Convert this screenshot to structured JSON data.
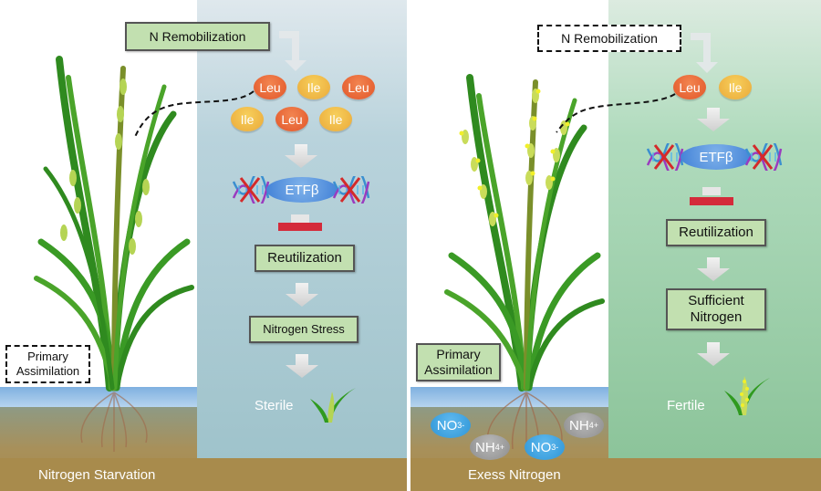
{
  "colors": {
    "box_fill": "#c2e0b0",
    "leu": "#e95e2f",
    "ile": "#f0b841",
    "etf": "#4a88db",
    "block": "#d42a3a",
    "left_info_bg": "#a7c8d0",
    "right_info_bg": "#9ccfa8",
    "soil": "#a88b4c",
    "water": "#9cc4ea"
  },
  "left_panel": {
    "condition_label": "Nitrogen Starvation",
    "n_remobilization": "N Remobilization",
    "amino_acids": [
      {
        "label": "Leu",
        "type": "leu"
      },
      {
        "label": "Ile",
        "type": "ile"
      },
      {
        "label": "Leu",
        "type": "leu"
      },
      {
        "label": "Ile",
        "type": "ile"
      },
      {
        "label": "Leu",
        "type": "leu"
      },
      {
        "label": "Ile",
        "type": "ile"
      }
    ],
    "protein": "ETFβ",
    "steps": [
      "Reutilization",
      "Nitrogen Stress"
    ],
    "outcome": "Sterile",
    "primary_assimilation": "Primary\nAssimilation",
    "primary_line1": "Primary",
    "primary_line2": "Assimilation"
  },
  "right_panel": {
    "condition_label": "Exess Nitrogen",
    "n_remobilization": "N Remobilization",
    "amino_acids": [
      {
        "label": "Leu",
        "type": "leu"
      },
      {
        "label": "Ile",
        "type": "ile"
      }
    ],
    "protein": "ETFβ",
    "steps": [
      "Reutilization",
      "Sufficient",
      "Nitrogen"
    ],
    "step_reutilization": "Reutilization",
    "step_sufficient_line1": "Sufficient",
    "step_sufficient_line2": "Nitrogen",
    "outcome": "Fertile",
    "primary_line1": "Primary",
    "primary_line2": "Assimilation",
    "ions": [
      {
        "base": "NO",
        "sub": "3",
        "sup": "-",
        "type": "no3"
      },
      {
        "base": "NH",
        "sub": "4",
        "sup": "+",
        "type": "nh4"
      },
      {
        "base": "NH",
        "sub": "4",
        "sup": "+",
        "type": "nh4"
      },
      {
        "base": "NO",
        "sub": "3",
        "sup": "-",
        "type": "no3"
      }
    ]
  },
  "icons": {
    "dna_crossed": "dna-crossed-icon",
    "down_arrow": "down-arrow-icon",
    "bent_arrow": "bent-arrow-icon",
    "inhibition": "inhibition-bar-icon",
    "rice_sprout": "rice-sprout-icon"
  }
}
